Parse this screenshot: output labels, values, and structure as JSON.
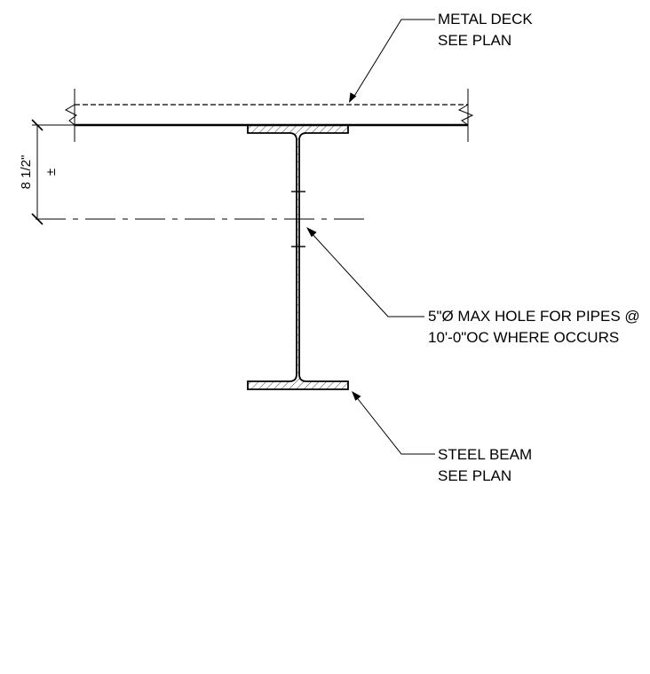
{
  "annotations": {
    "metal_deck": {
      "line1": "METAL DECK",
      "line2": "SEE PLAN"
    },
    "pipe_hole": {
      "line1": "5\"Ø MAX HOLE FOR PIPES @",
      "line2": "10'-0\"OC WHERE OCCURS"
    },
    "steel_beam": {
      "line1": "STEEL BEAM",
      "line2": "SEE PLAN"
    }
  },
  "dimension": {
    "value": "8 1/2\"",
    "tolerance": "±"
  },
  "colors": {
    "line": "#000000",
    "background": "#ffffff"
  }
}
